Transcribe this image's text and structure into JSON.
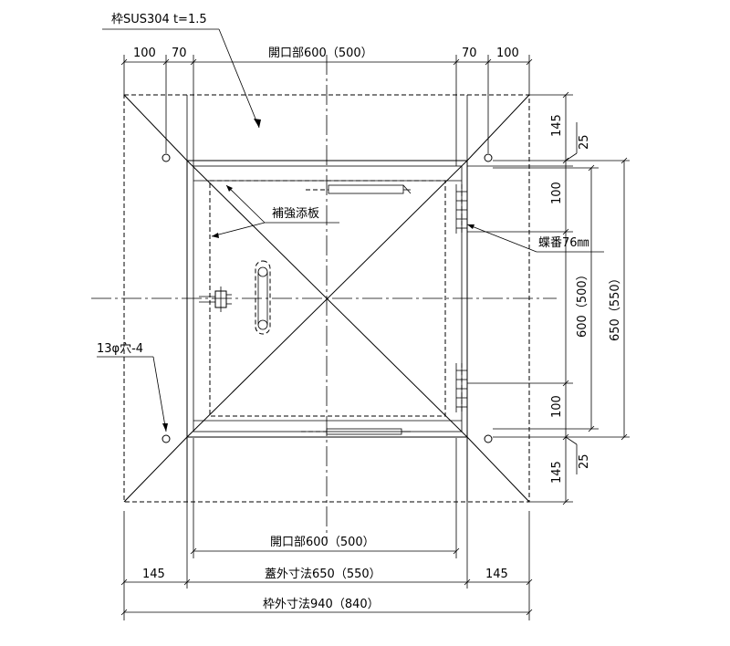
{
  "labels": {
    "frame_material": "枠SUS304 t=1.5",
    "reinforcement": "補強添板",
    "hinge": "蝶番76㎜",
    "holes": "13φ穴-4"
  },
  "dimensions": {
    "top": {
      "left_100": "100",
      "left_70": "70",
      "opening": "開口部600（500）",
      "right_70": "70",
      "right_100": "100"
    },
    "right": {
      "top_145": "145",
      "top_25": "25",
      "top_100": "100",
      "opening_600": "600（500）",
      "cover_650": "650（550）",
      "bottom_100": "100",
      "bottom_25": "25",
      "bottom_145": "145"
    },
    "bottom": {
      "opening": "開口部600（500）",
      "left_145": "145",
      "cover": "蓋外寸法650（550）",
      "right_145": "145",
      "frame": "枠外寸法940（840）"
    }
  }
}
